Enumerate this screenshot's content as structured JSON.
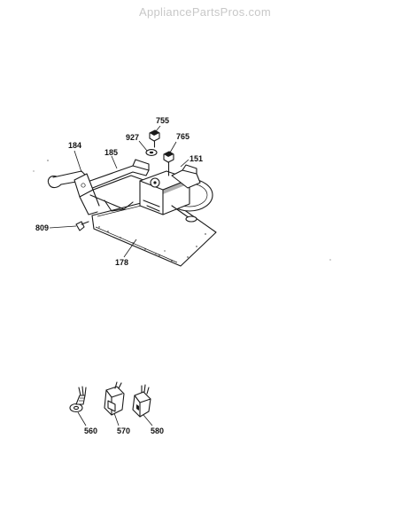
{
  "watermark": "AppliancePartsPros.com",
  "callouts": {
    "p755": "755",
    "p927": "927",
    "p765": "765",
    "p184": "184",
    "p185": "185",
    "p151": "151",
    "p809": "809",
    "p178": "178",
    "p560": "560",
    "p570": "570",
    "p580": "580"
  }
}
